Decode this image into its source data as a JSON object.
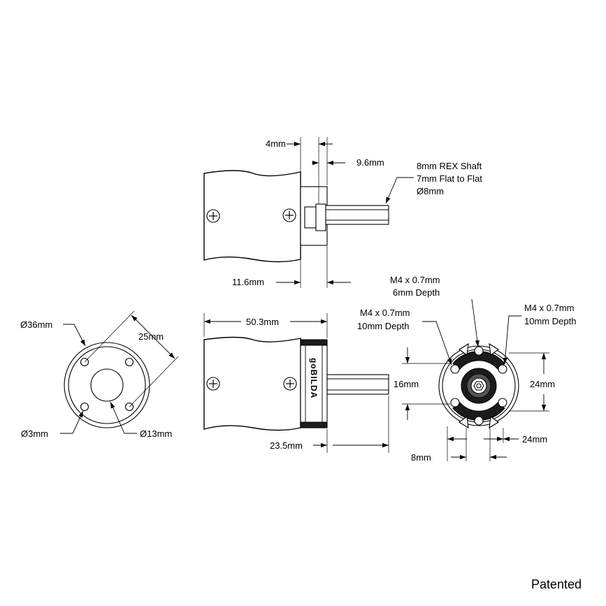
{
  "dimensions": {
    "top_view": {
      "collar_width": "4mm",
      "shaft_length": "9.6mm",
      "hub_length": "11.6mm",
      "shaft_callout": [
        "8mm REX Shaft",
        "7mm Flat to Flat",
        "Ø8mm"
      ]
    },
    "end_view": {
      "outer_diameter": "Ø36mm",
      "bolt_circle": "25mm",
      "hole_diameter": "Ø3mm",
      "pilot_diameter": "Ø13mm"
    },
    "side_view": {
      "body_length": "50.3mm",
      "shaft_extension": "23.5mm"
    },
    "face_view": {
      "top_tap": [
        "M4 x 0.7mm",
        "6mm Depth"
      ],
      "left_tap": [
        "M4 x 0.7mm",
        "10mm Depth"
      ],
      "right_tap": [
        "M4 x 0.7mm",
        "10mm Depth"
      ],
      "vertical_spacing_left": "16mm",
      "vertical_spacing_right": "24mm",
      "horizontal_spacing": "24mm",
      "bottom_offset": "8mm"
    }
  },
  "branding": {
    "logo_text": "goBILDA"
  },
  "footer": {
    "note": "Patented"
  },
  "icons": [
    "screw-head-icon",
    "gobilda-logo"
  ]
}
